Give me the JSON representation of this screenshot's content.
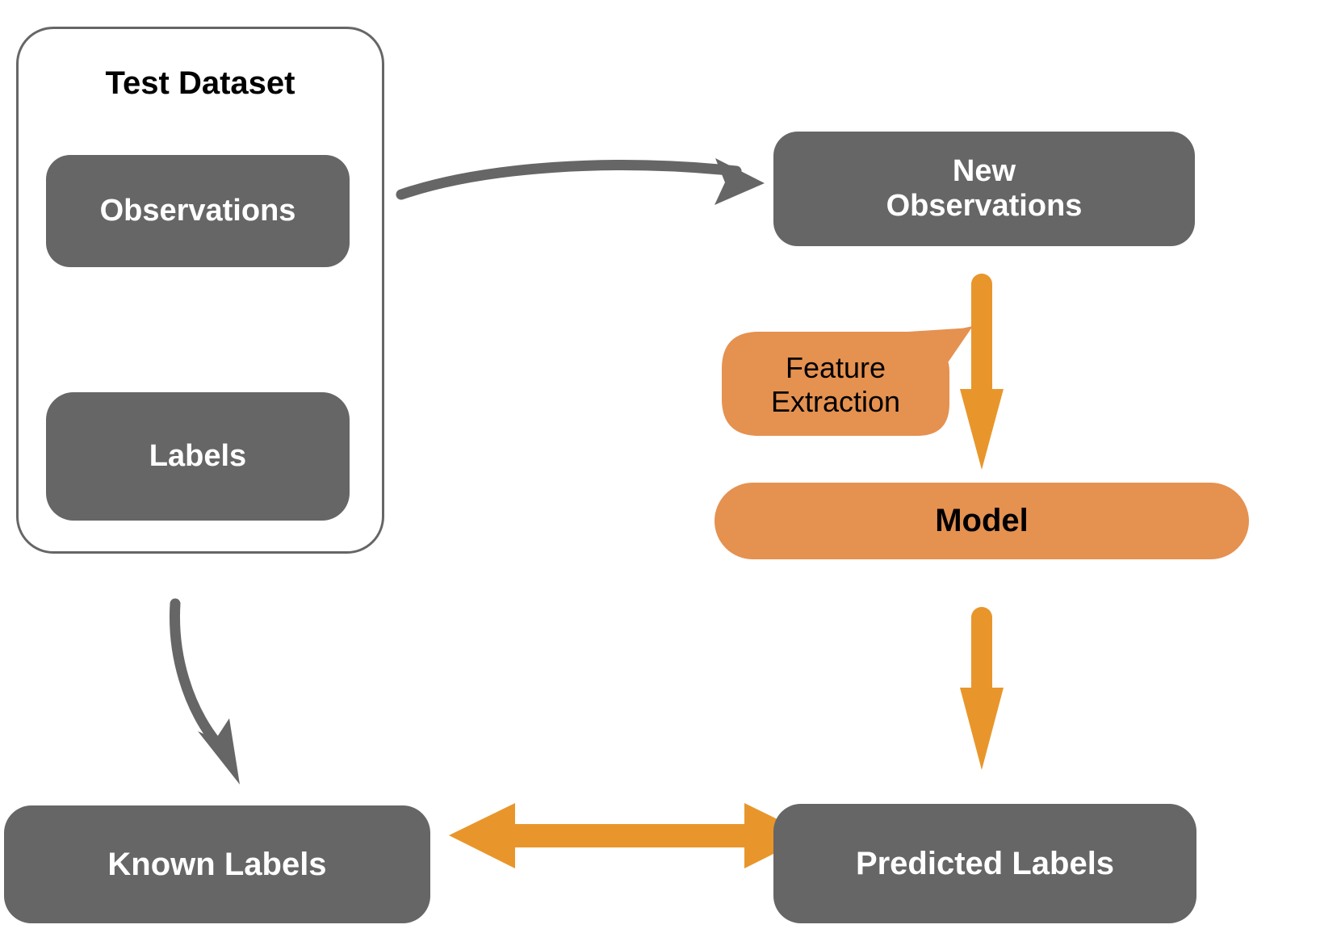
{
  "diagram": {
    "title_text": "Test Dataset",
    "theme": {
      "grey": "#666666",
      "orange_fill": "#e59150",
      "orange_arrow": "#e8962b",
      "white": "#ffffff",
      "black": "#000000"
    },
    "container": {
      "label": "Test Dataset"
    },
    "nodes": {
      "observations": "Observations",
      "labels": "Labels",
      "new_observations": "New\nObservations",
      "feature_extraction": "Feature\nExtraction",
      "model": "Model",
      "known_labels": "Known Labels",
      "predicted_labels": "Predicted Labels"
    },
    "connectors": [
      {
        "name": "observations-to-new-observations",
        "style": "curved-arrow",
        "color": "#666666"
      },
      {
        "name": "test-dataset-to-known-labels",
        "style": "curved-arrow",
        "color": "#666666"
      },
      {
        "name": "new-observations-to-model",
        "style": "straight-arrow-down",
        "color": "#e8962b"
      },
      {
        "name": "model-to-predicted-labels",
        "style": "straight-arrow-down",
        "color": "#e8962b"
      },
      {
        "name": "known-labels-to-predicted-labels",
        "style": "double-headed-arrow",
        "color": "#e8962b"
      }
    ]
  }
}
